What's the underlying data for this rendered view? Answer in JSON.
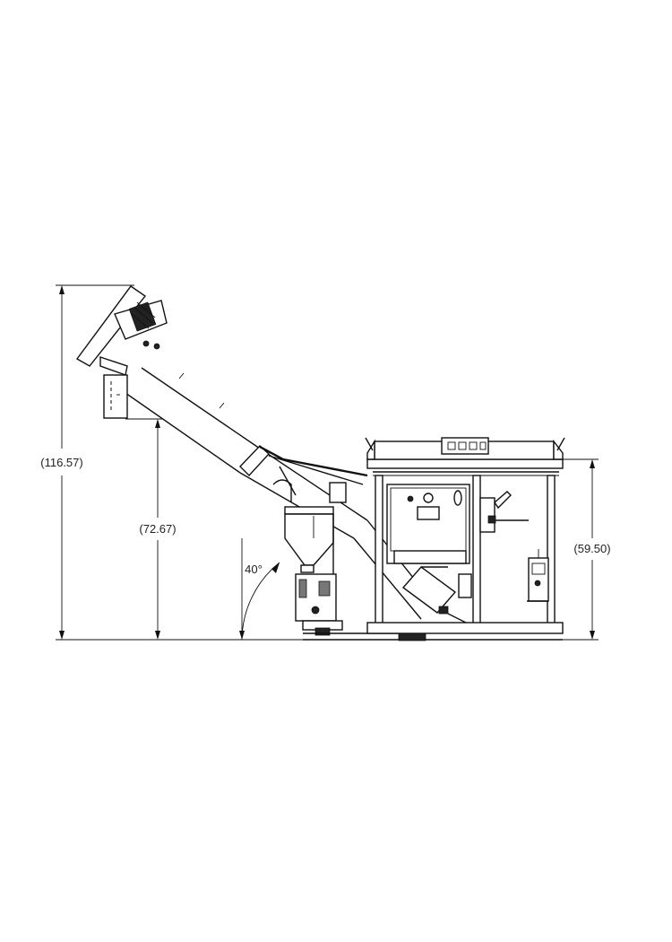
{
  "dimensions": {
    "overall_height": "(116.57)",
    "discharge_height": "(72.67)",
    "frame_height": "(59.50)",
    "incline_angle": "40°"
  }
}
